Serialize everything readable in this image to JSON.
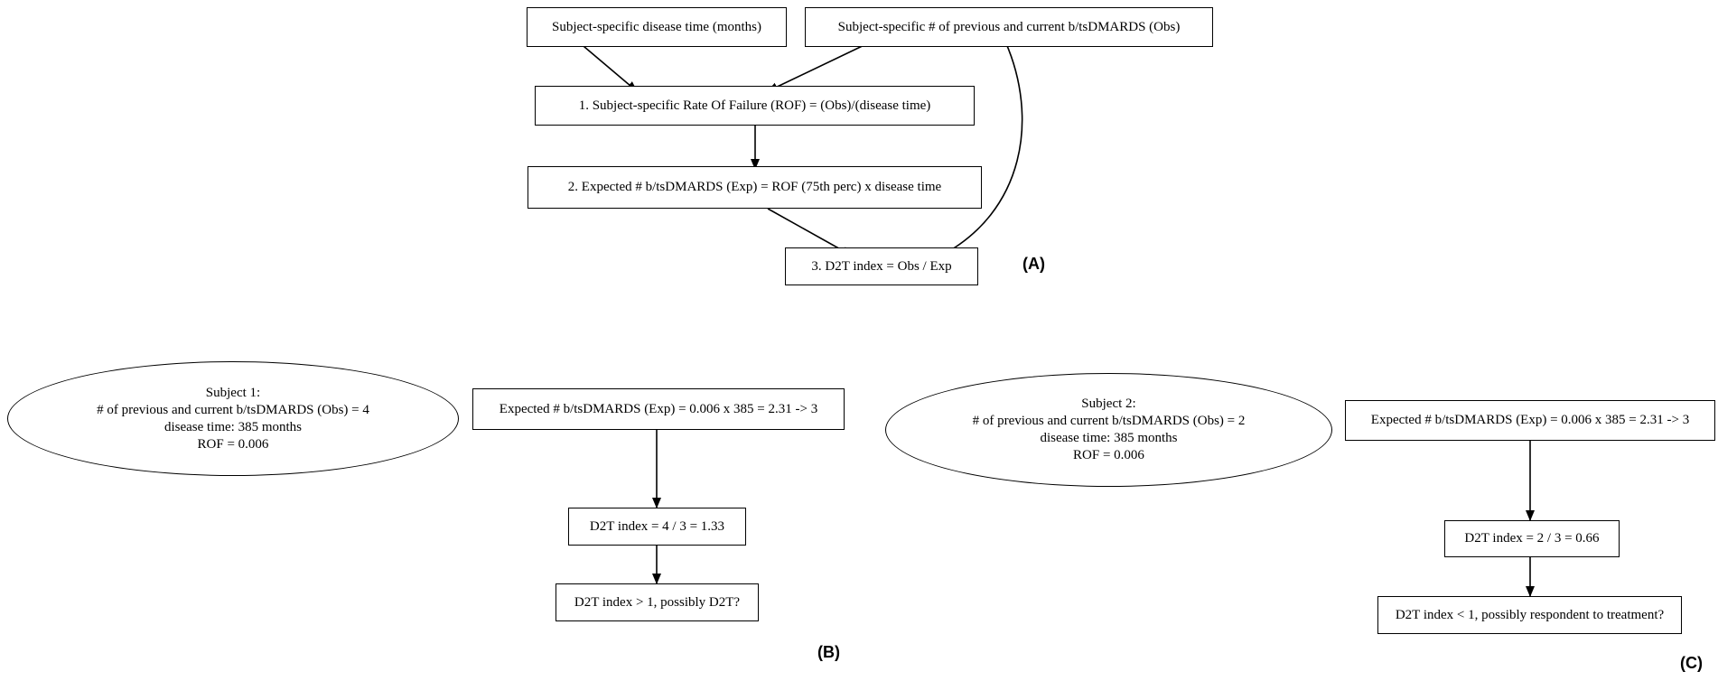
{
  "panel_a": {
    "label": "(A)",
    "disease_time": "Subject-specific disease time (months)",
    "obs_count": "Subject-specific # of previous and current b/tsDMARDS (Obs)",
    "rof": "1. Subject-specific Rate Of Failure (ROF) = (Obs)/(disease time)",
    "expected": "2. Expected # b/tsDMARDS (Exp) = ROF (75th perc) x disease time",
    "d2t": "3.  D2T index = Obs / Exp"
  },
  "panel_b": {
    "label": "(B)",
    "subject_lines": [
      "Subject 1:",
      "# of previous and current b/tsDMARDS (Obs) = 4",
      "disease time: 385 months",
      "ROF = 0.006"
    ],
    "expected": "Expected # b/tsDMARDS (Exp) = 0.006 x 385 = 2.31 -> 3",
    "d2t": "D2T index = 4 / 3 = 1.33",
    "result": "D2T index > 1, possibly D2T?"
  },
  "panel_c": {
    "label": "(C)",
    "subject_lines": [
      "Subject 2:",
      "# of previous and current b/tsDMARDS (Obs) = 2",
      "disease time: 385 months",
      "ROF = 0.006"
    ],
    "expected": "Expected # b/tsDMARDS (Exp) = 0.006 x 385 = 2.31 -> 3",
    "d2t": "D2T index = 2 / 3 = 0.66",
    "result": "D2T index < 1, possibly respondent to treatment?"
  }
}
